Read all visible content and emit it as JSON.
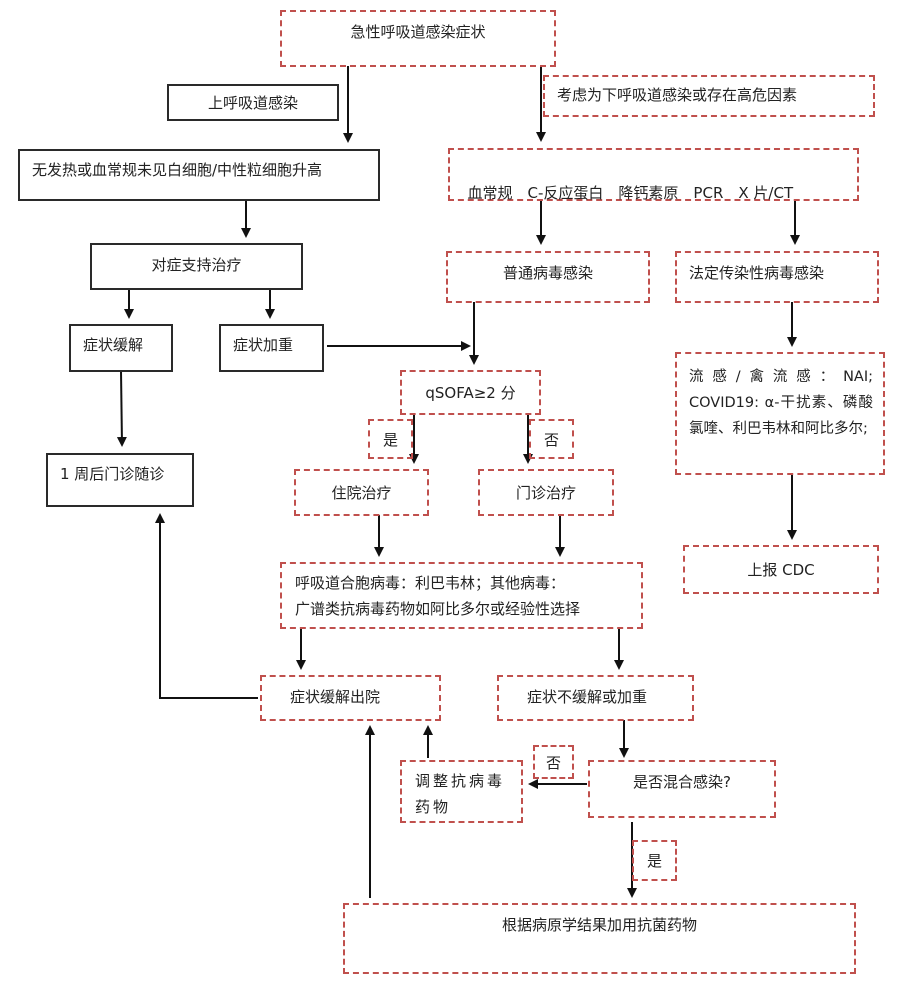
{
  "diagram": {
    "type": "flowchart",
    "colors": {
      "dashed_border": "#c0504d",
      "solid_border": "#2a2a2a",
      "arrow": "#111111"
    },
    "nodes": {
      "acute_symptoms": "急性呼吸道感染症状",
      "upper_resp": "上呼吸道感染",
      "lower_resp": "考虑为下呼吸道感染或存在高危因素",
      "no_fever": "无发热或血常规未见白细胞/中性粒细胞升高",
      "tests": "血常规　C-反应蛋白　降钙素原　PCR　X 片/CT",
      "symptomatic_support": "对症支持治疗",
      "common_viral": "普通病毒感染",
      "notifiable_viral": "法定传染性病毒感染",
      "symptom_relief": "症状缓解",
      "symptom_worse": "症状加重",
      "influenza_treatment": "流感/禽流感：NAI; COVID19: α-干扰素、磷酸氯喹、利巴韦林和阿比多尔;",
      "qsofa": "qSOFA≥2 分",
      "followup": "1 周后门诊随诊",
      "inpatient": "住院治疗",
      "outpatient": "门诊治疗",
      "report_cdc": "上报 CDC",
      "antiviral_line1": "呼吸道合胞病毒：利巴韦林；其他病毒：",
      "antiviral_line2": "广谱类抗病毒药物如阿比多尔或经验性选择",
      "discharge": "症状缓解出院",
      "not_relieved": "症状不缓解或加重",
      "adjust_antiviral": "调整抗病毒药物",
      "mixed_infection": "是否混合感染?",
      "antibacterial": "根据病原学结果加用抗菌药物"
    },
    "edge_labels": {
      "qsofa_yes": "是",
      "qsofa_no": "否",
      "mixed_no": "否",
      "mixed_yes": "是"
    },
    "edges": [
      [
        "acute_symptoms",
        "no_fever",
        ""
      ],
      [
        "acute_symptoms",
        "tests",
        ""
      ],
      [
        "no_fever",
        "symptomatic_support",
        ""
      ],
      [
        "symptomatic_support",
        "symptom_relief",
        ""
      ],
      [
        "symptomatic_support",
        "symptom_worse",
        ""
      ],
      [
        "symptom_relief",
        "followup",
        ""
      ],
      [
        "symptom_worse",
        "qsofa",
        ""
      ],
      [
        "tests",
        "common_viral",
        ""
      ],
      [
        "tests",
        "notifiable_viral",
        ""
      ],
      [
        "common_viral",
        "qsofa",
        ""
      ],
      [
        "notifiable_viral",
        "influenza_treatment",
        ""
      ],
      [
        "influenza_treatment",
        "report_cdc",
        ""
      ],
      [
        "qsofa",
        "inpatient",
        "是"
      ],
      [
        "qsofa",
        "outpatient",
        "否"
      ],
      [
        "inpatient",
        "antiviral",
        ""
      ],
      [
        "outpatient",
        "antiviral",
        ""
      ],
      [
        "antiviral",
        "discharge",
        ""
      ],
      [
        "antiviral",
        "not_relieved",
        ""
      ],
      [
        "discharge",
        "followup",
        ""
      ],
      [
        "not_relieved",
        "mixed_infection",
        ""
      ],
      [
        "mixed_infection",
        "adjust_antiviral",
        "否"
      ],
      [
        "mixed_infection",
        "antibacterial",
        "是"
      ],
      [
        "adjust_antiviral",
        "discharge",
        ""
      ],
      [
        "antibacterial",
        "discharge",
        ""
      ]
    ]
  }
}
